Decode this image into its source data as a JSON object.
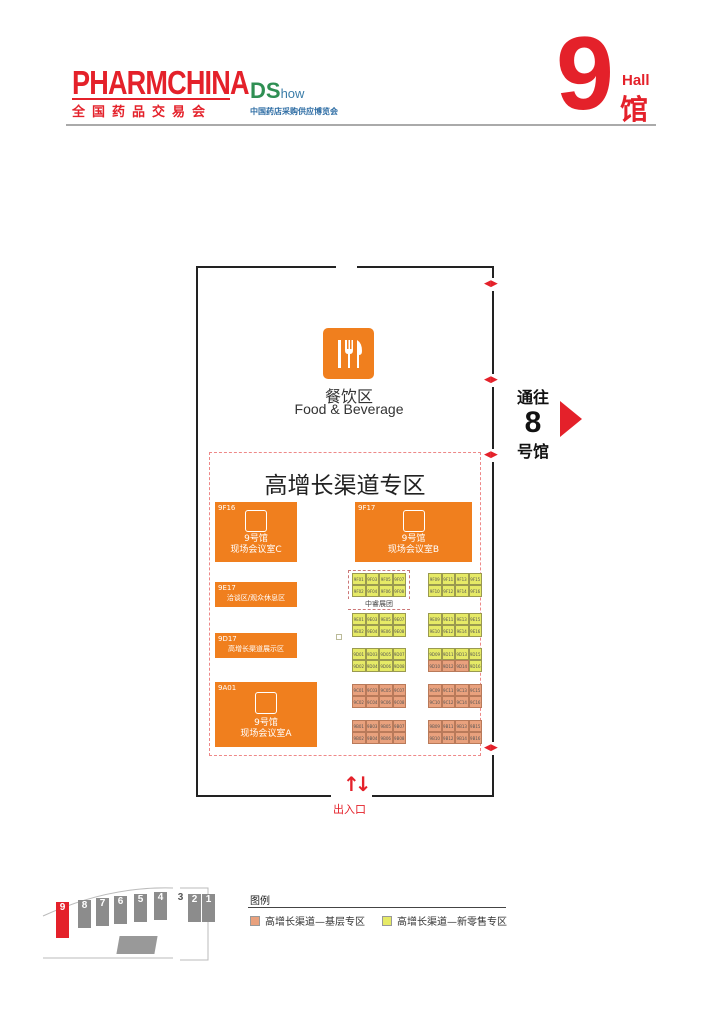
{
  "header": {
    "logo_main": "PHARMCHINA",
    "logo_sub": "全国药品交易会",
    "ds_logo": "DS",
    "ds_logo_suffix": "how",
    "ds_sub": "中国药店采购供应博览会",
    "hall_number": "9",
    "hall_en": "Hall",
    "hall_cn": "馆"
  },
  "navigation": {
    "goto_prefix": "通往",
    "goto_number": "8",
    "goto_suffix": "号馆",
    "entrance": "出入口"
  },
  "food": {
    "label_cn": "餐饮区",
    "label_en": "Food & Beverage",
    "icon": "fork-knife-icon"
  },
  "zone": {
    "title": "高增长渠道专区"
  },
  "rooms": [
    {
      "code": "9F16",
      "line1": "9号馆",
      "line2": "现场会议室C",
      "icon": "meeting-icon"
    },
    {
      "code": "9F17",
      "line1": "9号馆",
      "line2": "现场会议室B",
      "icon": "meeting-icon"
    },
    {
      "code": "9E17",
      "line1": "",
      "line2": "洽谈区/观众休息区"
    },
    {
      "code": "9D17",
      "line1": "",
      "line2": "高增长渠道展示区"
    },
    {
      "code": "9A01",
      "line1": "9号馆",
      "line2": "现场会议室A",
      "icon": "meeting-icon"
    }
  ],
  "group_label": "中睿展团",
  "booth_blocks": [
    {
      "codes": [
        "9F01",
        "9F03",
        "9F05",
        "9F07",
        "9F02",
        "9F04",
        "9F06",
        "9F08"
      ],
      "types": "yyyyyyyy"
    },
    {
      "codes": [
        "9F09",
        "9F11",
        "9F13",
        "9F15",
        "9F10",
        "9F12",
        "9F14",
        "9F16"
      ],
      "types": "yyyyyyyy"
    },
    {
      "codes": [
        "9E01",
        "9E03",
        "9E05",
        "9E07",
        "9E02",
        "9E04",
        "9E06",
        "9E08"
      ],
      "types": "yyyyyyyy"
    },
    {
      "codes": [
        "9E09",
        "9E11",
        "9E13",
        "9E15",
        "9E10",
        "9E12",
        "9E14",
        "9E16"
      ],
      "types": "yyyyyyyy"
    },
    {
      "codes": [
        "9D01",
        "9D03",
        "9D05",
        "9D07",
        "9D02",
        "9D04",
        "9D06",
        "9D08"
      ],
      "types": "yyyyyyyy"
    },
    {
      "codes": [
        "9D09",
        "9D11",
        "9D13",
        "9D15",
        "9D10",
        "9D12",
        "9D14",
        "9D16"
      ],
      "types": "yyyyoooy"
    },
    {
      "codes": [
        "9C01",
        "9C03",
        "9C05",
        "9C07",
        "9C02",
        "9C04",
        "9C06",
        "9C08"
      ],
      "types": "oooooooo"
    },
    {
      "codes": [
        "9C09",
        "9C11",
        "9C13",
        "9C15",
        "9C10",
        "9C12",
        "9C14",
        "9C16"
      ],
      "types": "oooooooo"
    },
    {
      "codes": [
        "9B01",
        "9B03",
        "9B05",
        "9B07",
        "9B02",
        "9B04",
        "9B06",
        "9B08"
      ],
      "types": "oooooooo"
    },
    {
      "codes": [
        "9B09",
        "9B11",
        "9B13",
        "9B15",
        "9B10",
        "9B12",
        "9B14",
        "9B16"
      ],
      "types": "oooooooo"
    }
  ],
  "legend": {
    "title": "图例",
    "items": [
      {
        "label": "高增长渠道—基层专区",
        "color": "#e9a17d"
      },
      {
        "label": "高增长渠道—新零售专区",
        "color": "#e6ea66"
      }
    ]
  },
  "minimap": {
    "halls": [
      "9",
      "8",
      "7",
      "6",
      "5",
      "4",
      "3",
      "2",
      "1"
    ],
    "current": "9"
  },
  "colors": {
    "brand_red": "#e4212a",
    "room_orange": "#f07f1e"
  }
}
